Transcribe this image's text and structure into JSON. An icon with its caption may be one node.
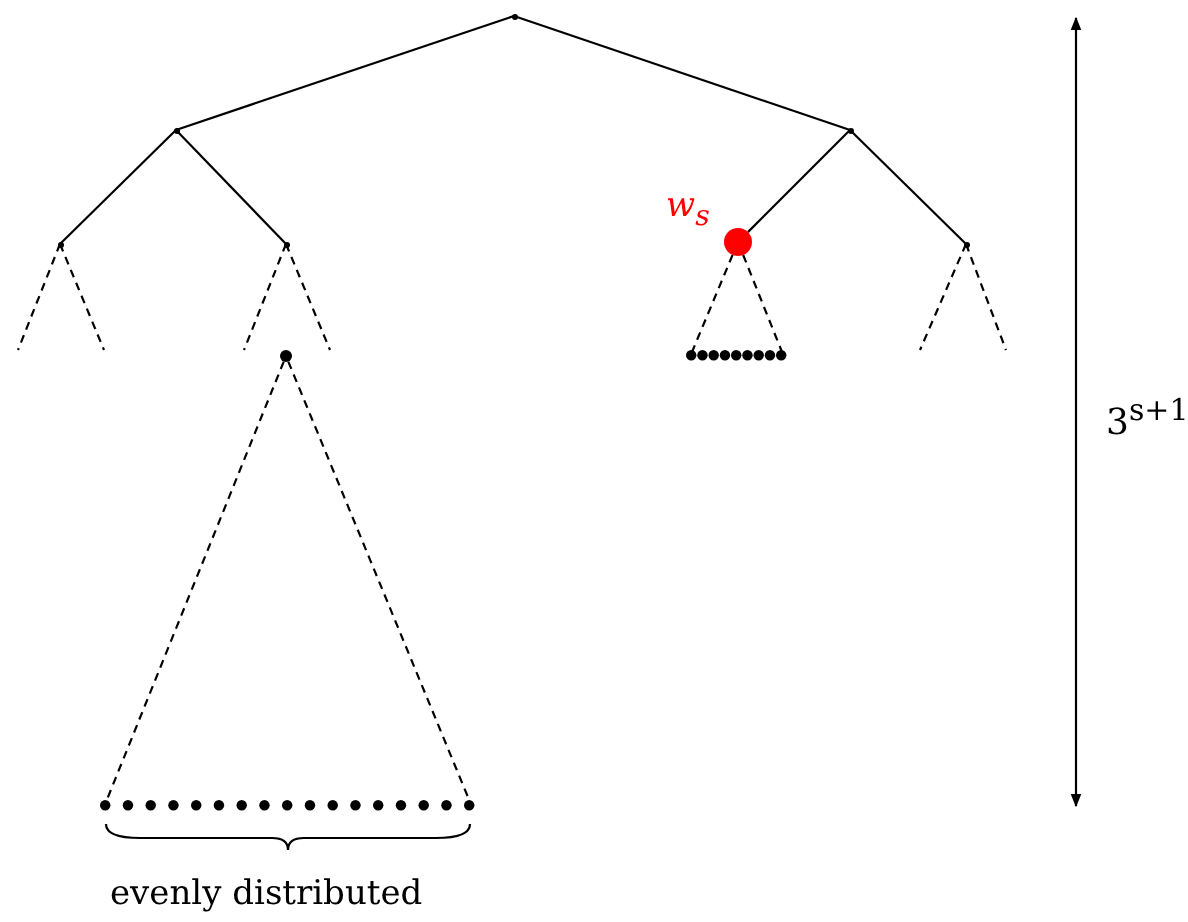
{
  "diagram": {
    "nodes": [
      {
        "text": [],
        "shape": "point"
      },
      {
        "text": [],
        "shape": "point"
      },
      {
        "text": [],
        "shape": "point"
      },
      {
        "text": [],
        "shape": "point"
      },
      {
        "text": [],
        "shape": "point"
      },
      {
        "text": [],
        "shape": "circle",
        "beside": [
          "w$_{s}$"
        ]
      },
      {
        "text": [],
        "shape": "point"
      },
      {
        "text": [],
        "shape": "circle"
      },
      {
        "text": [],
        "shape": "dots"
      },
      {
        "text": [],
        "shape": "dots"
      }
    ],
    "edges": [
      {
        "from": 0,
        "to": 1,
        "arrow": "none"
      },
      {
        "from": 0,
        "to": 2,
        "arrow": "none"
      },
      {
        "from": 1,
        "to": 3,
        "arrow": "none"
      },
      {
        "from": 1,
        "to": 4,
        "arrow": "none"
      },
      {
        "from": 2,
        "to": 5,
        "arrow": "none"
      },
      {
        "from": 2,
        "to": 6,
        "arrow": "none"
      },
      {
        "from": 3,
        "to": null,
        "arrow": "none",
        "style": "dashed"
      },
      {
        "from": 3,
        "to": null,
        "arrow": "none",
        "style": "dashed"
      },
      {
        "from": 4,
        "to": null,
        "arrow": "none",
        "style": "dashed"
      },
      {
        "from": 4,
        "to": null,
        "arrow": "none",
        "style": "dashed"
      },
      {
        "from": 5,
        "to": 8,
        "arrow": "none",
        "style": "dashed"
      },
      {
        "from": 5,
        "to": 8,
        "arrow": "none",
        "style": "dashed"
      },
      {
        "from": 6,
        "to": null,
        "arrow": "none",
        "style": "dashed"
      },
      {
        "from": 6,
        "to": null,
        "arrow": "none",
        "style": "dashed"
      },
      {
        "from": 7,
        "to": 9,
        "arrow": "none",
        "style": "dashed"
      },
      {
        "from": 7,
        "to": 9,
        "arrow": "none",
        "style": "dashed"
      }
    ],
    "labels": [
      "3$^{s+1}$",
      "evenly distributed"
    ]
  }
}
